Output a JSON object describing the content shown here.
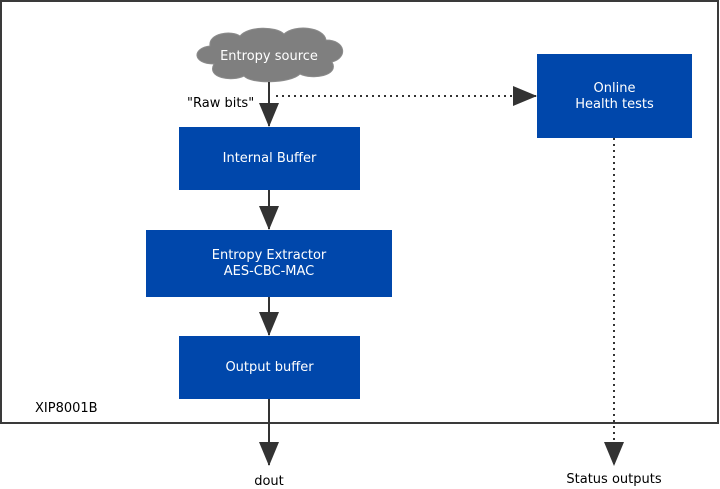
{
  "diagram": {
    "chip_label": "XIP8001B",
    "source_label": "Entropy source",
    "raw_bits_label": "\"Raw bits\"",
    "internal_buffer_label": "Internal Buffer",
    "extractor_label_line1": "Entropy Extractor",
    "extractor_label_line2": "AES-CBC-MAC",
    "output_buffer_label": "Output buffer",
    "health_label_line1": "Online",
    "health_label_line2": "Health tests",
    "dout_label": "dout",
    "status_label": "Status outputs"
  },
  "colors": {
    "block_fill": "#0047AB",
    "cloud_fill": "#7F7F7F",
    "arrow": "#333333",
    "border": "#3A3A3A"
  }
}
